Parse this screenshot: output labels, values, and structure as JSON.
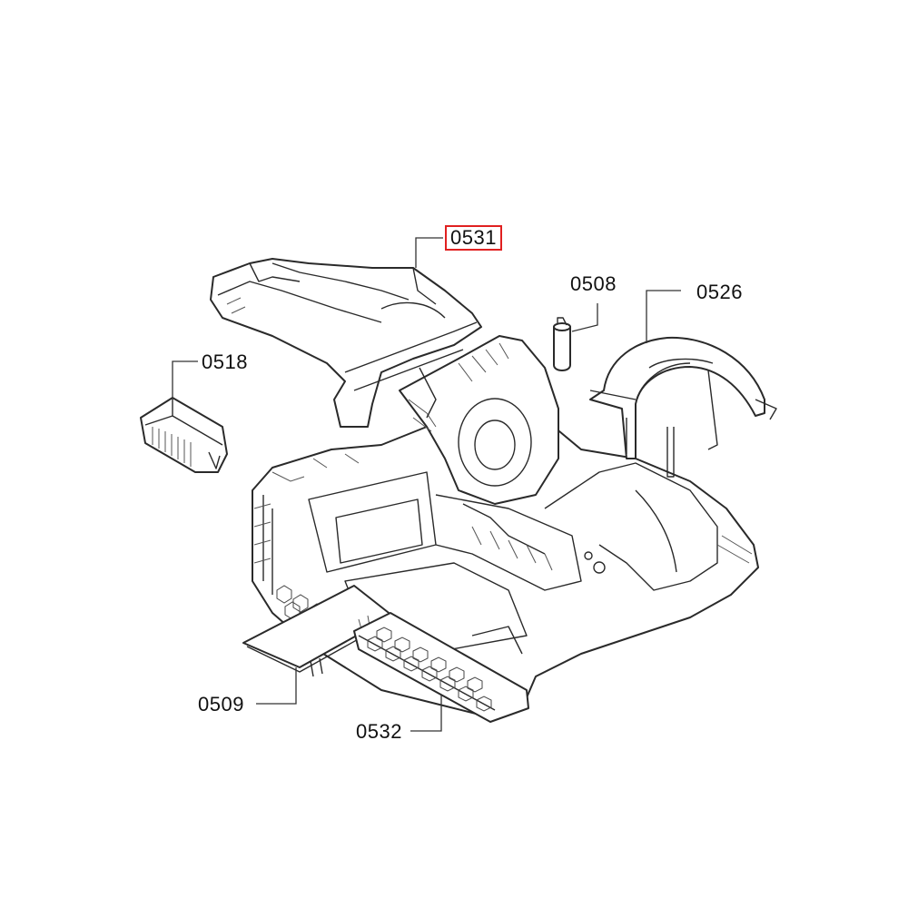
{
  "diagram": {
    "callouts": [
      {
        "id": "0531",
        "label": "0531",
        "highlighted": true
      },
      {
        "id": "0508",
        "label": "0508",
        "highlighted": false
      },
      {
        "id": "0526",
        "label": "0526",
        "highlighted": false
      },
      {
        "id": "0518",
        "label": "0518",
        "highlighted": false
      },
      {
        "id": "0509",
        "label": "0509",
        "highlighted": false
      },
      {
        "id": "0532",
        "label": "0532",
        "highlighted": false
      }
    ],
    "highlight_color": "#e02020"
  }
}
